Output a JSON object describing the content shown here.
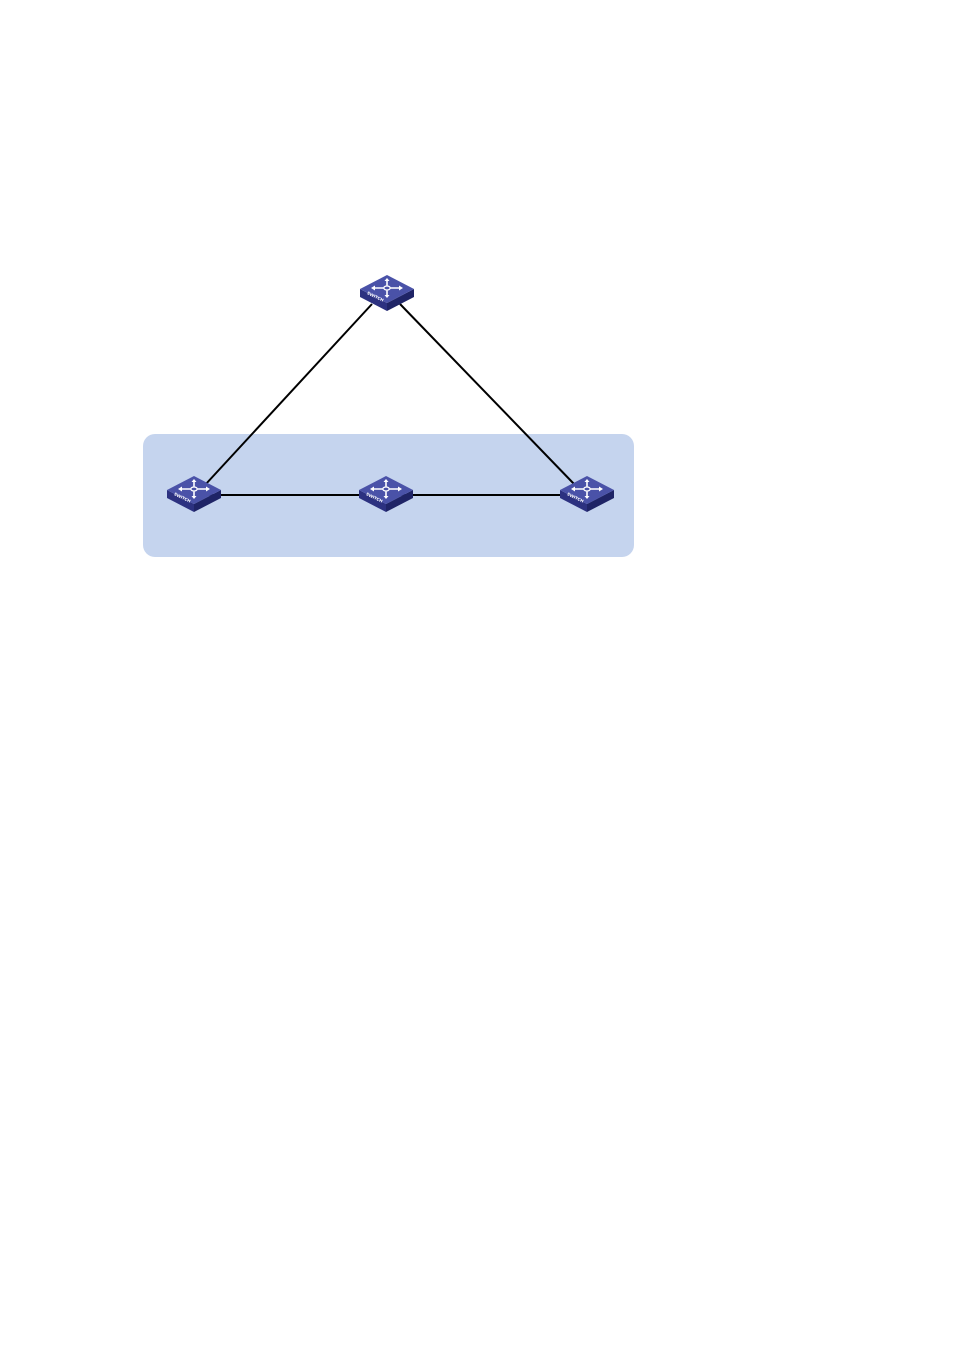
{
  "diagram": {
    "colors": {
      "background": "#ffffff",
      "group_fill": "#c5d4ee",
      "link": "#000000",
      "switch_top": "#4a52a8",
      "switch_side_left": "#2c3180",
      "switch_side_right": "#1f2466",
      "switch_symbol": "#ffffff"
    },
    "device_label": "SWITCH",
    "devices": [
      {
        "id": "top",
        "icon": "switch-icon"
      },
      {
        "id": "left",
        "icon": "switch-icon"
      },
      {
        "id": "middle",
        "icon": "switch-icon"
      },
      {
        "id": "right",
        "icon": "switch-icon"
      }
    ],
    "links": [
      {
        "from": "top",
        "to": "left"
      },
      {
        "from": "top",
        "to": "right"
      },
      {
        "from": "left",
        "to": "middle"
      },
      {
        "from": "middle",
        "to": "right"
      }
    ],
    "groups": [
      {
        "members": [
          "left",
          "middle",
          "right"
        ]
      }
    ]
  }
}
